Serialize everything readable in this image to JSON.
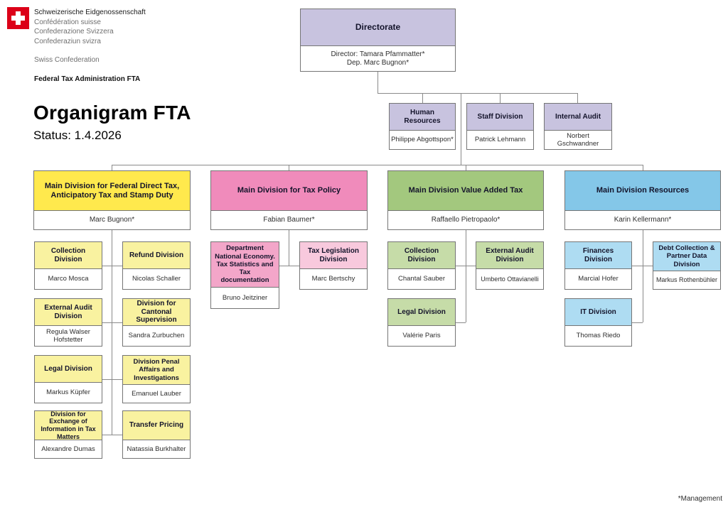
{
  "header": {
    "logo_icon": "swiss-cross-flag",
    "federal_title_lines": [
      "Schweizerische Eidgenossenschaft",
      "Confédération suisse",
      "Confederazione Svizzera",
      "Confederaziun svizra"
    ],
    "swiss_confederation": "Swiss Confederation",
    "administration": "Federal Tax Administration FTA",
    "page_title": "Organigram FTA",
    "status": "Status: 1.4.2026"
  },
  "footnote": "*Management",
  "colors": {
    "swiss_red": "#dc0018",
    "lavender": "#c8c3df",
    "yellow": "#ffe94d",
    "yellow_light": "#f9f2a0",
    "pink": "#f08bbb",
    "pink_medium": "#f3a6c9",
    "pink_light": "#f8c9dd",
    "green": "#a3c87e",
    "green_light": "#c6dca8",
    "blue": "#84c7e8",
    "blue_light": "#aedcf2"
  },
  "org": {
    "directorate": {
      "title": "Directorate",
      "director": "Director: Tamara Pfammatter*",
      "deputy": "Dep. Marc Bugnon*"
    },
    "staff_units": [
      {
        "title": "Human Resources",
        "name": "Philippe Abgottspon*"
      },
      {
        "title": "Staff Division",
        "name": "Patrick Lehmann"
      },
      {
        "title": "Internal Audit",
        "name": "Norbert Gschwandner"
      }
    ],
    "divisions": {
      "federal_direct_tax": {
        "title": "Main Division for Federal Direct Tax, Anticipatory Tax and Stamp Duty",
        "name": "Marc Bugnon*",
        "children": [
          {
            "title": "Collection Division",
            "name": "Marco Mosca"
          },
          {
            "title": "Refund Division",
            "name": "Nicolas Schaller"
          },
          {
            "title": "External Audit Division",
            "name": "Regula Walser Hofstetter"
          },
          {
            "title": "Division for Cantonal Supervision",
            "name": "Sandra Zurbuchen"
          },
          {
            "title": "Legal Division",
            "name": "Markus Küpfer"
          },
          {
            "title": "Division Penal Affairs and Investigations",
            "name": "Emanuel Lauber"
          },
          {
            "title": "Division for Exchange of Information in Tax Matters",
            "name": "Alexandre Dumas"
          },
          {
            "title": "Transfer Pricing",
            "name": "Natassia Burkhalter"
          }
        ]
      },
      "tax_policy": {
        "title": "Main Division for Tax Policy",
        "name": "Fabian Baumer*",
        "children": [
          {
            "title": "Department National Economy. Tax Statistics and Tax documentation",
            "name": "Bruno Jeitziner"
          },
          {
            "title": "Tax Legislation Division",
            "name": "Marc Bertschy"
          }
        ]
      },
      "vat": {
        "title": "Main Division Value Added Tax",
        "name": "Raffaello Pietropaolo*",
        "children": [
          {
            "title": "Collection Division",
            "name": "Chantal Sauber"
          },
          {
            "title": "External Audit Division",
            "name": "Umberto Ottavianelli"
          },
          {
            "title": "Legal Division",
            "name": "Valérie Paris"
          }
        ]
      },
      "resources": {
        "title": "Main Division Resources",
        "name": "Karin Kellermann*",
        "children": [
          {
            "title": "Finances Division",
            "name": "Marcial Hofer"
          },
          {
            "title": "Debt Collection & Partner Data Division",
            "name": "Markus Rothenbühler"
          },
          {
            "title": "IT Division",
            "name": "Thomas Riedo"
          }
        ]
      }
    }
  }
}
